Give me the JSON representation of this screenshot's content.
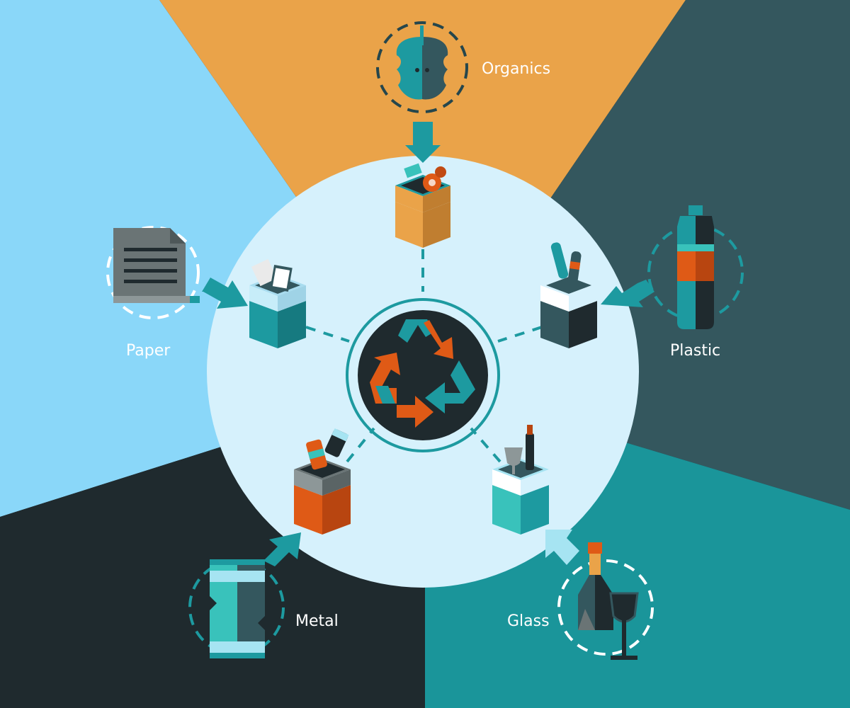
{
  "colors": {
    "organics_sector": "#eaa349",
    "paper_sector": "#8ad7f9",
    "plastic_sector": "#34575e",
    "metal_sector": "#1f2a2e",
    "glass_sector": "#1a959a",
    "circle_fill": "#d6f1fc",
    "hub_fill": "#1f2a2e",
    "recycle_teal": "#1d9aa0",
    "recycle_orange": "#df5a16",
    "arrow_teal": "#1d9aa0"
  },
  "categories": {
    "organics": {
      "label": "Organics",
      "icon": "apple-core-icon",
      "bin": "organics-bin-icon"
    },
    "paper": {
      "label": "Paper",
      "icon": "paper-document-icon",
      "bin": "paper-bin-icon"
    },
    "plastic": {
      "label": "Plastic",
      "icon": "plastic-bottle-icon",
      "bin": "plastic-bin-icon"
    },
    "metal": {
      "label": "Metal",
      "icon": "metal-can-icon",
      "bin": "metal-bin-icon"
    },
    "glass": {
      "label": "Glass",
      "icon": "glass-bottle-and-wineglass-icon",
      "bin": "glass-bin-icon"
    }
  },
  "hub": {
    "icon": "recycle-icon"
  }
}
